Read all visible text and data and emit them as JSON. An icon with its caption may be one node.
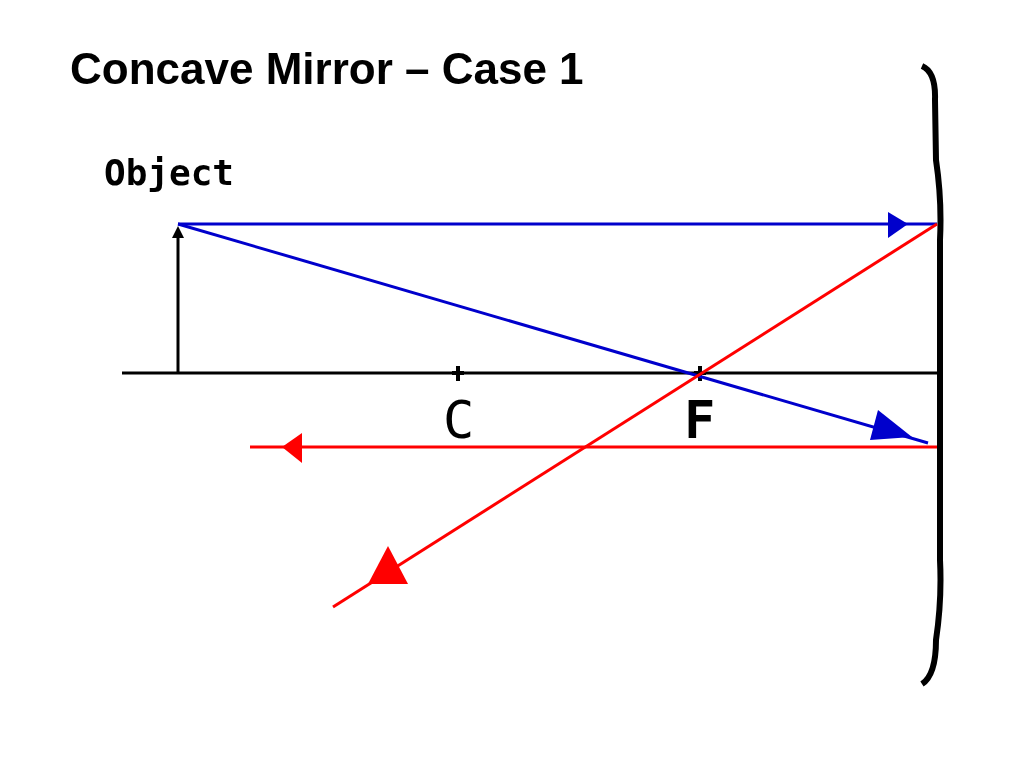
{
  "diagram": {
    "title": "Concave Mirror – Case 1",
    "labels": [
      "Object",
      "C",
      "F"
    ]
  }
}
